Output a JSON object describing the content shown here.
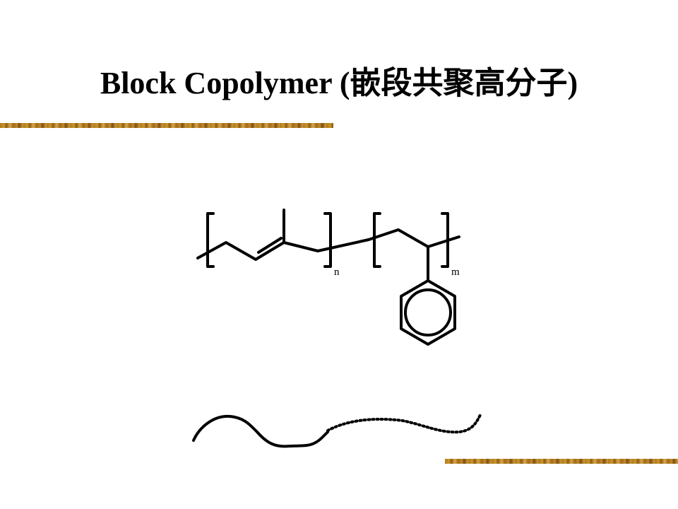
{
  "slide": {
    "title": "Block Copolymer (嵌段共聚高分子)"
  },
  "structure": {
    "repeat_subscript_first": "n",
    "repeat_subscript_second": "m"
  },
  "colors": {
    "line": "#000000",
    "accent_bar": "#b07a1e",
    "background": "#ffffff"
  }
}
